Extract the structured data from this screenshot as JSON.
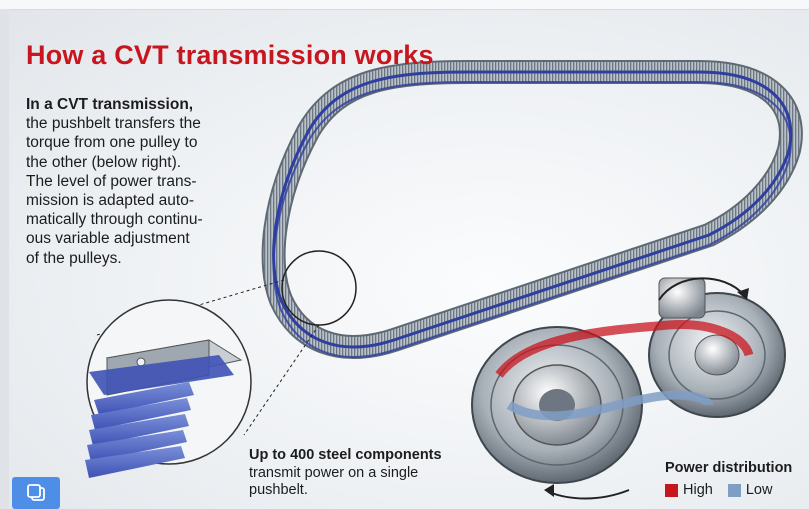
{
  "title": "How a CVT transmission works",
  "intro": {
    "lead": "In a CVT transmission,",
    "lines": [
      "the pushbelt transfers the",
      "torque from one pulley to",
      "the other (below right).",
      "The level of power trans-",
      "mission is adapted auto-",
      "matically through continu-",
      "ous variable adjustment",
      "of the pulleys."
    ]
  },
  "callout": {
    "lead": "Up to 400 steel components",
    "lines": [
      "transmit power on a single",
      "pushbelt."
    ]
  },
  "legend": {
    "title": "Power distribution",
    "items": [
      {
        "label": "High",
        "color": "#c8161e"
      },
      {
        "label": "Low",
        "color": "#7f9ec4"
      }
    ]
  },
  "colors": {
    "title_red": "#c8161e",
    "belt_blue": "#2e3fa0",
    "belt_steel": "#9aa4ae",
    "button_blue": "#4f8ee6"
  },
  "icons": {
    "copy_button": "copy-icon"
  }
}
